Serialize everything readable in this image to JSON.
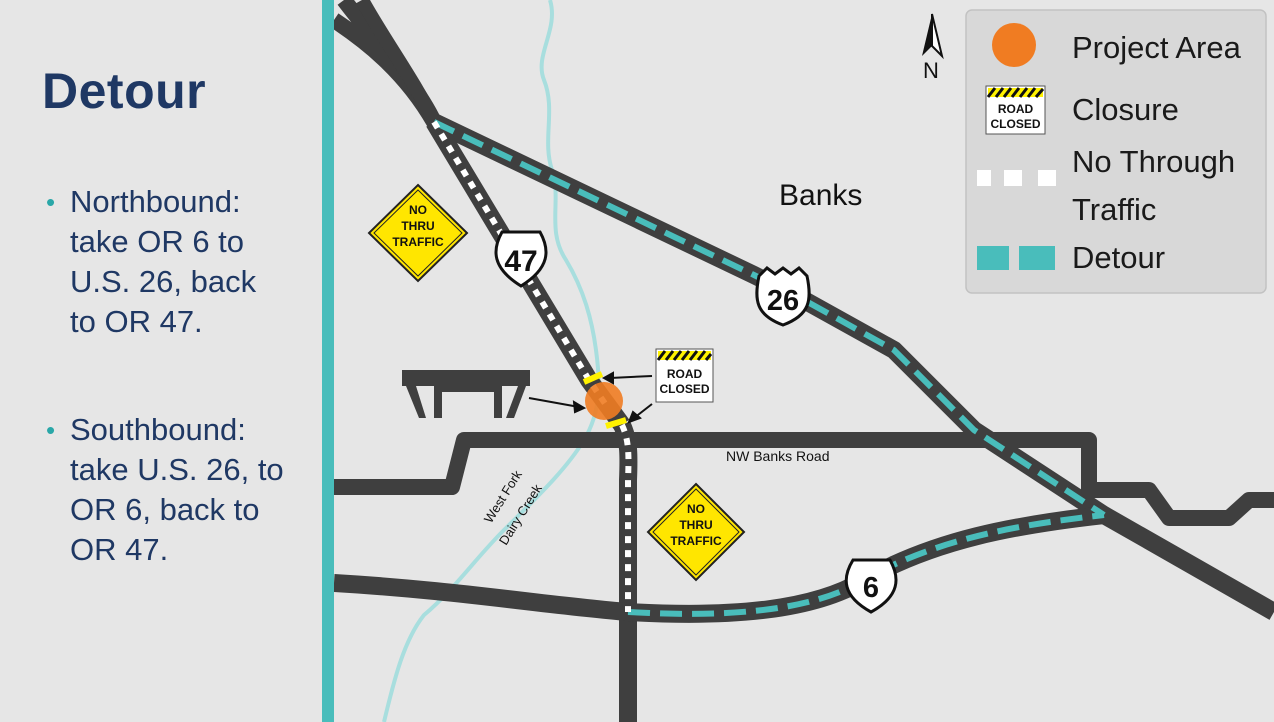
{
  "slide": {
    "title": "Detour",
    "bullets": [
      {
        "lines": [
          "Northbound:",
          "take OR 6 to",
          "U.S. 26, back",
          "to OR 47."
        ]
      },
      {
        "lines": [
          "Southbound:",
          "take U.S. 26, to",
          "OR 6, back to",
          "OR 47."
        ]
      }
    ]
  },
  "map": {
    "city_label": "Banks",
    "road_label": "NW Banks Road",
    "creek_label_line1": "West Fork",
    "creek_label_line2": "Dairy Creek",
    "route_shields": {
      "or47": "47",
      "us26": "26",
      "or6": "6"
    },
    "compass_letter": "N",
    "signs": {
      "no_thru_line1": "NO",
      "no_thru_line2": "THRU",
      "no_thru_line3": "TRAFFIC",
      "road_closed_line1": "ROAD",
      "road_closed_line2": "CLOSED"
    },
    "legend": {
      "project_area": "Project Area",
      "closure": "Closure",
      "closure_icon_line1": "ROAD",
      "closure_icon_line2": "CLOSED",
      "no_through_line1": "No Through",
      "no_through_line2": "Traffic",
      "detour": "Detour"
    },
    "colors": {
      "road": "#3f3f3f",
      "detour": "#49bdbb",
      "project_area": "#f07c22",
      "closure_yellow": "#fff200",
      "sign_yellow": "#ffe600",
      "river": "#a8dede",
      "accent_bar": "#49bdbb",
      "title": "#1f3864"
    }
  }
}
